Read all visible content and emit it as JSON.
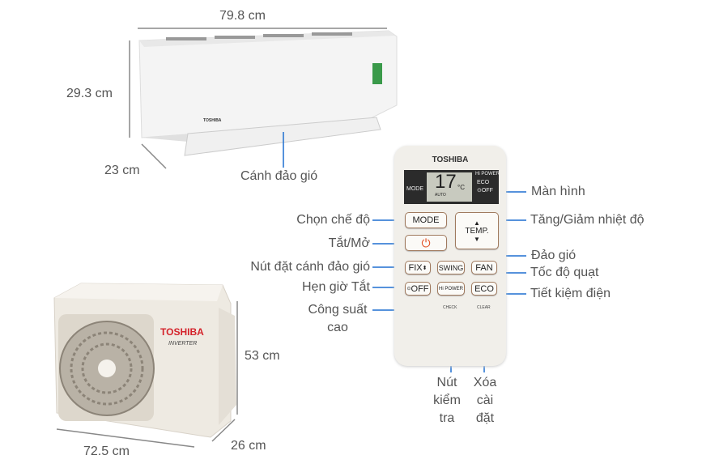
{
  "dimensions": {
    "indoor_width": "79.8 cm",
    "indoor_height": "29.3 cm",
    "indoor_depth": "23 cm",
    "outdoor_height": "53 cm",
    "outdoor_width": "72.5 cm",
    "outdoor_depth": "26 cm"
  },
  "indoor_unit": {
    "brand": "TOSHIBA",
    "louver_label": "Cánh đảo gió"
  },
  "outdoor_unit": {
    "brand": "TOSHIBA",
    "sub": "INVERTER"
  },
  "remote": {
    "brand": "TOSHIBA",
    "display": {
      "mode": "MODE",
      "temp": "17",
      "unit": "°C",
      "hipower": "Hi POWER",
      "eco": "ECO",
      "off": "⊙OFF",
      "auto": "AUTO"
    },
    "buttons": {
      "mode": "MODE",
      "temp": "TEMP.",
      "fix": "FIX",
      "swing": "SWING",
      "fan": "FAN",
      "off": "OFF",
      "hipower": "Hi POWER",
      "eco": "ECO",
      "check": "CHECK",
      "clear": "CLEAR"
    }
  },
  "callouts": {
    "display": "Màn hình",
    "mode": "Chọn chế độ",
    "temp": "Tăng/Giảm nhiệt độ",
    "power": "Tắt/Mở",
    "swing": "Đảo gió",
    "fix": "Nút đặt cánh đảo gió",
    "fan": "Tốc độ quạt",
    "timer": "Hẹn giờ Tắt",
    "eco": "Tiết kiệm điện",
    "hipower_1": "Công suất",
    "hipower_2": "cao",
    "check_1": "Nút",
    "check_2": "kiểm",
    "check_3": "tra",
    "clear_1": "Xóa",
    "clear_2": "cài",
    "clear_3": "đặt"
  },
  "colors": {
    "callout_line": "#1e6fd0",
    "brand_red": "#d4222a"
  }
}
